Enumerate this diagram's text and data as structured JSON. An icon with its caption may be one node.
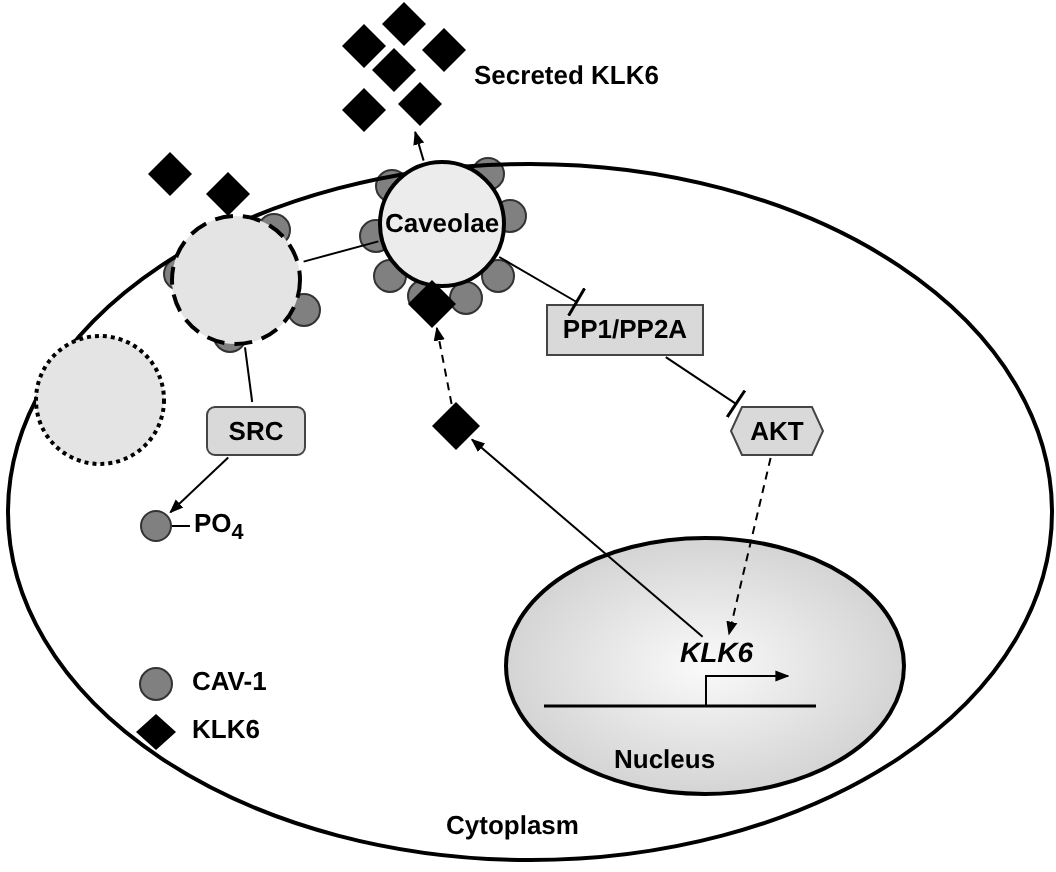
{
  "diagram": {
    "nodes": [
      {
        "text": [
          "Cytoplasm"
        ]
      },
      {
        "text": [
          "Caveolae"
        ],
        "in": 0
      },
      {
        "text": [
          "Nucleus"
        ],
        "in": 0
      },
      {
        "text": [
          "KLK6"
        ],
        "in": 2
      },
      {
        "text": [
          "Secreted KLK6"
        ]
      },
      {
        "text": [
          "PP1/PP2A"
        ],
        "in": 0
      },
      {
        "text": [
          "AKT"
        ],
        "in": 0
      },
      {
        "text": [
          "SRC"
        ],
        "in": 0
      },
      {
        "text": [
          "PO$_{4}$"
        ],
        "in": 0
      },
      {
        "text": [],
        "shape": "diamond",
        "in": 0
      },
      {
        "text": [],
        "shape": "diamond",
        "in": 0
      },
      {
        "text": [],
        "shape": "circle",
        "in": 0
      },
      {
        "text": [],
        "shape": "circle",
        "in": 0
      },
      {
        "text": [],
        "shape": "diamond"
      },
      {
        "text": [],
        "shape": "diamond"
      }
    ],
    "edges": [
      {
        "from": 1,
        "to": 4,
        "arrow": "to"
      },
      {
        "from": 1,
        "to": 5,
        "arrow": "other"
      },
      {
        "from": 5,
        "to": 6,
        "arrow": "other"
      },
      {
        "from": 6,
        "to": 3,
        "arrow": "to",
        "style": "dashed"
      },
      {
        "from": 3,
        "to": 9,
        "arrow": "to"
      },
      {
        "from": 9,
        "to": 10,
        "arrow": "to",
        "style": "dashed"
      },
      {
        "from": 1,
        "to": 11,
        "arrow": "none"
      },
      {
        "from": 11,
        "to": 7,
        "arrow": "none"
      },
      {
        "from": 7,
        "to": 8,
        "arrow": "to"
      }
    ],
    "legend": [
      {
        "text": "CAV-1",
        "color": "#808080"
      },
      {
        "text": "KLK6"
      }
    ]
  }
}
